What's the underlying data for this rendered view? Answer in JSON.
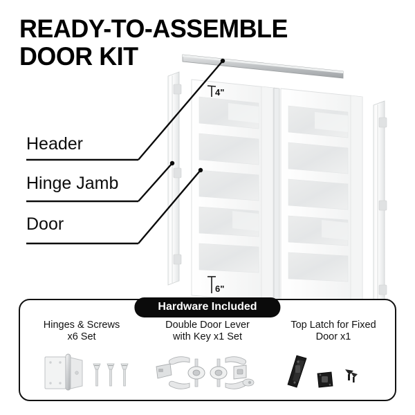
{
  "title": {
    "line1": "READY-TO-ASSEMBLE",
    "line2": "DOOR KIT"
  },
  "callouts": [
    {
      "label": "Header",
      "name": "callout-header"
    },
    {
      "label": "Hinge Jamb",
      "name": "callout-hinge-jamb"
    },
    {
      "label": "Door",
      "name": "callout-door"
    }
  ],
  "dimensions": {
    "top_rail": "4\"",
    "bottom_rail": "6\""
  },
  "hardware": {
    "badge": "Hardware Included",
    "items": [
      {
        "caption": "Hinges & Screws\nx6 Set",
        "icon": "hinge-and-screws-icon"
      },
      {
        "caption": "Double Door Lever\nwith Key x1 Set",
        "icon": "door-lever-set-icon"
      },
      {
        "caption": "Top Latch for Fixed\nDoor x1",
        "icon": "top-latch-icon"
      }
    ]
  },
  "colors": {
    "background": "#ffffff",
    "text": "#0c0c0c",
    "badge_bg": "#0b0b0b",
    "badge_text": "#ffffff",
    "box_border": "#111111",
    "door_white": "#fdfdfd",
    "glass": "#ecedee",
    "header_rail": "#b8bbbd",
    "latch_black": "#1a1a1a",
    "chrome": "#d8d9da"
  },
  "product": {
    "door_panels_per_leaf": 5,
    "leaves": 2,
    "hinges_per_jamb": 3
  }
}
